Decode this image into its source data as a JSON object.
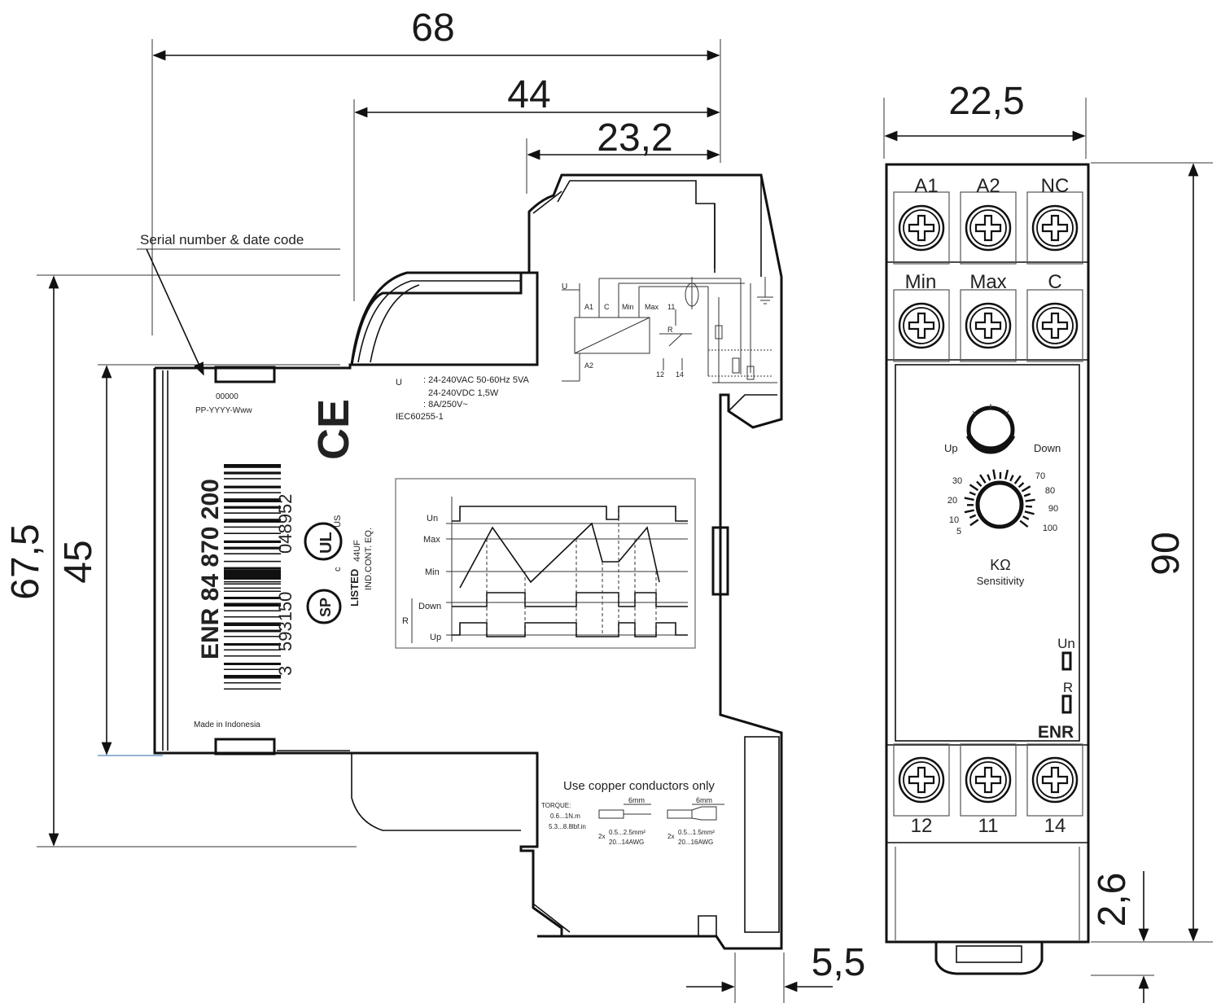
{
  "dimensions": {
    "d68": "68",
    "d44": "44",
    "d23": "23,2",
    "d67": "67,5",
    "d45": "45",
    "d55": "5,5",
    "d225": "22,5",
    "d90": "90",
    "d26": "2,6"
  },
  "side_view": {
    "serial_label": "Serial number & date code",
    "serial_code": "00000",
    "date_code": "PP-YYYY-Www",
    "product_ref": "ENR 84 870 200",
    "barcode_digits_a": "3",
    "barcode_digits_b": "593150",
    "barcode_digits_c": "048952",
    "ce_mark": "CE",
    "listed": "LISTED",
    "ul_code": "44UF",
    "ind_cont": "IND.CONT. EQ.",
    "csa": "SP",
    "c_mark": "c",
    "us_mark": "US",
    "ul_mark": "UL",
    "spec_u_label": "U",
    "spec_line1": ": 24-240VAC 50-60Hz 5VA",
    "spec_line2": "24-240VDC 1,5W",
    "spec_line3": ": 8A/250V~",
    "spec_line4": "IEC60255-1",
    "made_in": "Made in Indonesia",
    "copper_note": "Use copper conductors only",
    "torque_label": "TORQUE:",
    "torque_1": "0.6...1N.m",
    "torque_2": "5.3...8.8lbf.in",
    "wire_len_1": "6mm",
    "wire_len_2": "6mm",
    "wire_1a": "0.5...2.5mm²",
    "wire_1b": "20...14AWG",
    "wire_2a": "0.5...1.5mm²",
    "wire_2b": "20...16AWG",
    "wire_count_1": "2x",
    "wire_count_2": "2x",
    "circuit": {
      "u": "U",
      "a1": "A1",
      "c": "C",
      "min": "Min",
      "max": "Max",
      "t11": "11",
      "r": "R",
      "a2": "A2",
      "t12": "12",
      "t14": "14"
    },
    "timing": {
      "un": "Un",
      "max": "Max",
      "min": "Min",
      "r": "R",
      "down": "Down",
      "up": "Up"
    }
  },
  "front_view": {
    "top_terminals_row1": [
      "A1",
      "A2",
      "NC"
    ],
    "top_terminals_row2": [
      "Min",
      "Max",
      "C"
    ],
    "bottom_terminals": [
      "12",
      "11",
      "14"
    ],
    "up_label": "Up",
    "down_label": "Down",
    "scale": [
      "5",
      "10",
      "20",
      "30",
      "70",
      "80",
      "90",
      "100"
    ],
    "unit": "KΩ",
    "sensitivity": "Sensitivity",
    "led_un": "Un",
    "led_r": "R",
    "model": "ENR"
  }
}
